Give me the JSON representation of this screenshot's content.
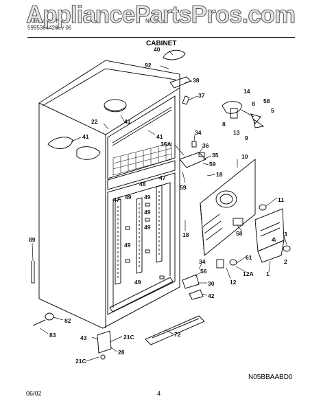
{
  "watermark": "AppliancePartsPros.com",
  "header": {
    "left_line1": "Publication No",
    "left_line2": "5995364426",
    "left_line3": "rev 06",
    "right_line1": "NFPF1"
  },
  "section_title": "CABINET",
  "callouts": [
    "40",
    "92",
    "38",
    "37",
    "14",
    "8",
    "58",
    "5",
    "8",
    "13",
    "9",
    "22",
    "41",
    "34",
    "35A",
    "36",
    "35",
    "59",
    "10",
    "18",
    "59",
    "41",
    "41",
    "47",
    "48",
    "49",
    "49",
    "49",
    "47",
    "11",
    "3",
    "4",
    "49",
    "2",
    "89",
    "58",
    "18",
    "61",
    "12A",
    "1",
    "49",
    "34",
    "56",
    "30",
    "12",
    "49",
    "42",
    "82",
    "83",
    "72",
    "43",
    "21C",
    "28",
    "21C"
  ],
  "diagram_code": "N05BBAABD0",
  "footer": {
    "date": "06/02",
    "page": "4"
  }
}
